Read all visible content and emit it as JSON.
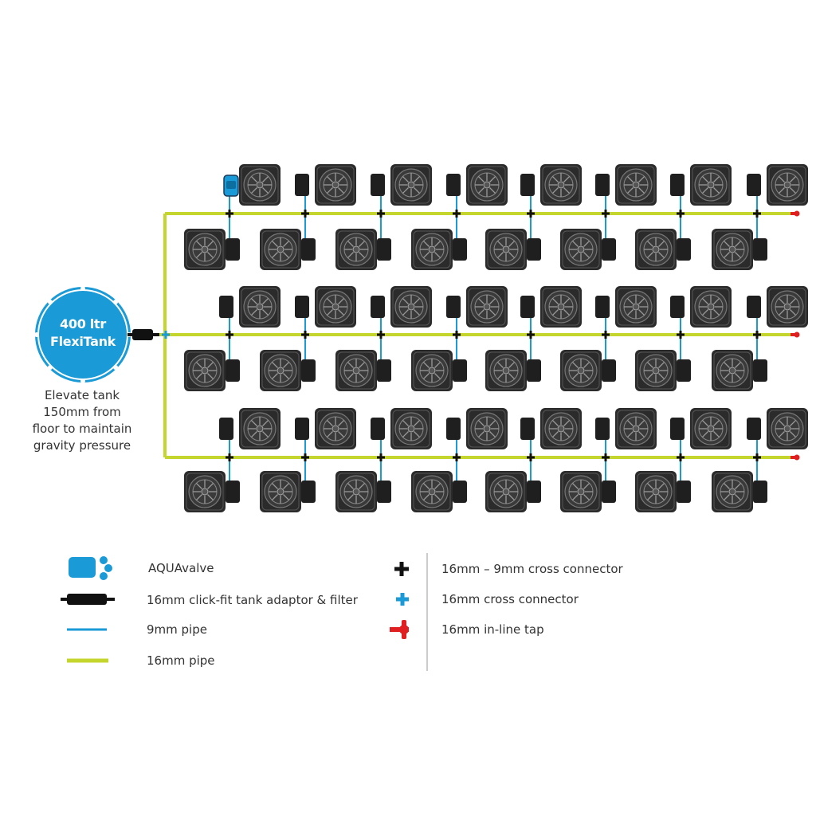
{
  "tank": {
    "line1": "400 ltr",
    "line2": "FlexiTank",
    "note_lines": [
      "Elevate tank",
      "150mm from",
      "floor to maintain",
      "gravity pressure"
    ]
  },
  "legend": {
    "left": [
      {
        "icon": "aquavalve-icon",
        "label": "AQUAvalve"
      },
      {
        "icon": "tank-adaptor-filter-icon",
        "label": "16mm click-fit tank adaptor & filter"
      },
      {
        "icon": "9mm-pipe-icon",
        "label": "9mm pipe"
      },
      {
        "icon": "16mm-pipe-icon",
        "label": "16mm pipe"
      }
    ],
    "right": [
      {
        "icon": "cross-connector-16-9-icon",
        "label": "16mm – 9mm cross connector"
      },
      {
        "icon": "cross-connector-16-icon",
        "label": "16mm cross connector"
      },
      {
        "icon": "inline-tap-icon",
        "label": "16mm in-line tap"
      }
    ]
  },
  "layout_grid": {
    "rows": 6,
    "pots_per_row": 8,
    "main_lines": 3
  },
  "colors": {
    "pipe_16mm": "#c4d62e",
    "pipe_9mm": "#1a9ad6",
    "tank": "#1a9ad6",
    "pot": "#2b2b2b",
    "connector": "#111111",
    "tap": "#e02020"
  }
}
